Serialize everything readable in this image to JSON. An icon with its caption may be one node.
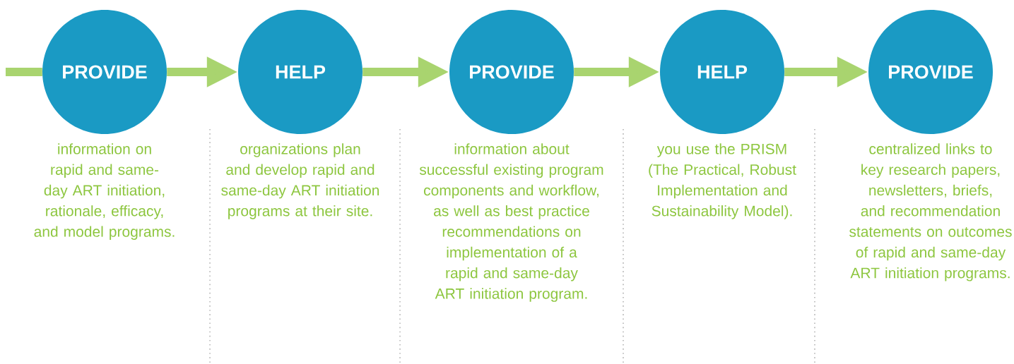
{
  "diagram": {
    "nodes": [
      {
        "text": [
          "PROVIDE"
        ],
        "beside": [
          "information on rapid and same-day ART initiation, rationale, efficacy, and model programs."
        ]
      },
      {
        "text": [
          "HELP"
        ],
        "beside": [
          "organizations plan and develop rapid and same-day ART initiation programs at their site."
        ]
      },
      {
        "text": [
          "PROVIDE"
        ],
        "beside": [
          "information about successful existing program components and workflow, as well as best practice recommendations on implementation of a rapid and same-day ART initiation program."
        ]
      },
      {
        "text": [
          "HELP"
        ],
        "beside": [
          "you use the PRISM (The Practical, Robust Implementation and Sustainability Model)."
        ]
      },
      {
        "text": [
          "PROVIDE"
        ],
        "beside": [
          "centralized links to key research papers, newsletters, briefs, and recommendation statements on outcomes of rapid and same-day ART initiation programs."
        ]
      }
    ],
    "edges": [
      {
        "from": null,
        "to": 0,
        "arrow": "none"
      },
      {
        "from": 0,
        "to": 1,
        "arrow": "to"
      },
      {
        "from": 1,
        "to": 2,
        "arrow": "to"
      },
      {
        "from": 2,
        "to": 3,
        "arrow": "to"
      },
      {
        "from": 3,
        "to": 4,
        "arrow": "to"
      }
    ]
  }
}
